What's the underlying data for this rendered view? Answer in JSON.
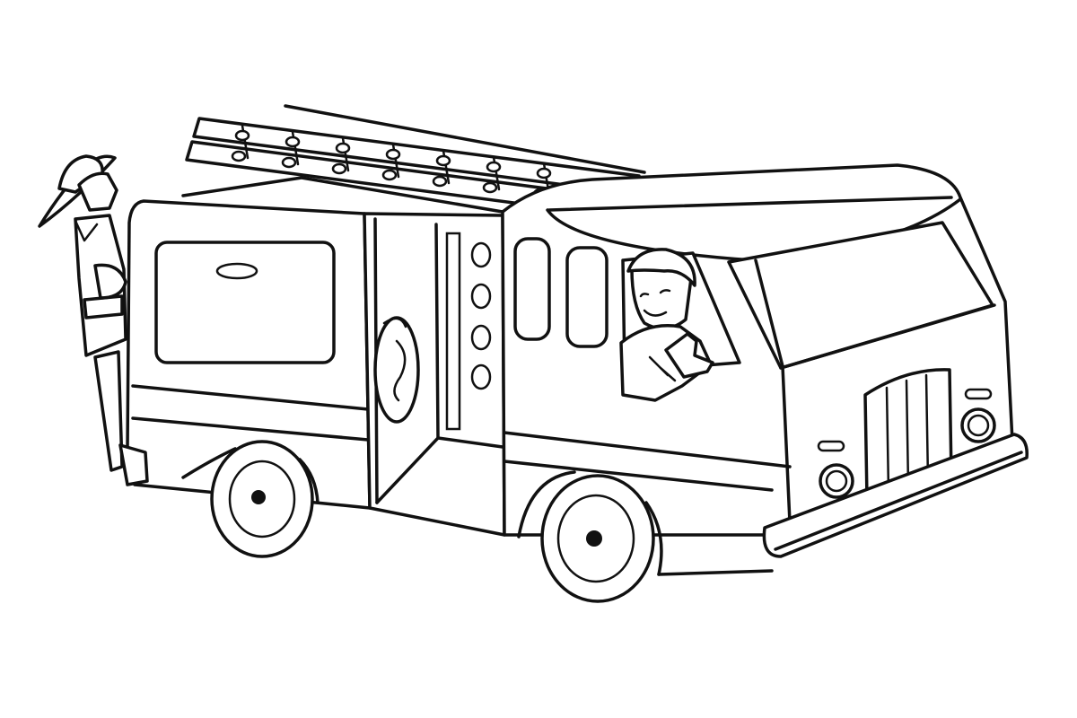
{
  "image": {
    "kind": "line-art-coloring-page",
    "background": "#ffffff",
    "ink": "#111111",
    "subjects": [
      "fire-truck",
      "firefighter-standing",
      "driver"
    ]
  }
}
